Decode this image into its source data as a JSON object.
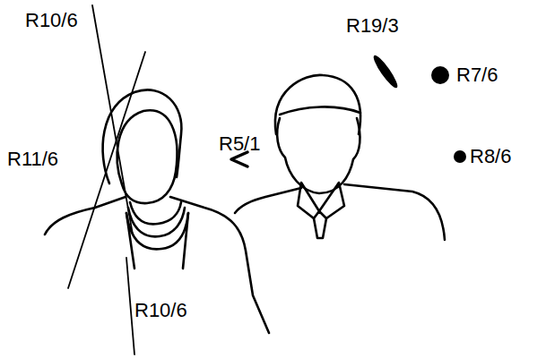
{
  "diagram": {
    "labels": [
      "R10/6",
      "R19/3",
      "R7/6",
      "R5/1",
      "R11/6",
      "R8/6",
      "R10/6"
    ]
  }
}
